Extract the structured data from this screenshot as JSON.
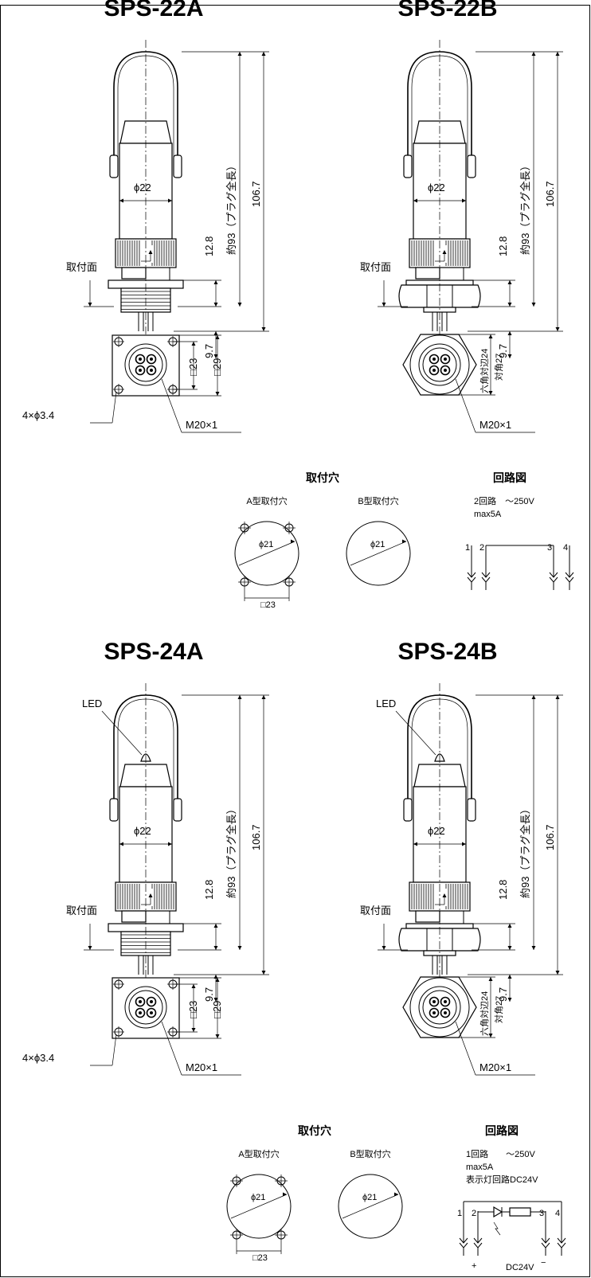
{
  "sections": [
    {
      "id": "sps-22",
      "models": [
        {
          "title": "SPS-22A",
          "has_led": false,
          "mount_type": "A",
          "labels": {
            "diameter": "ϕ22",
            "dim_small": "12.8",
            "dim_plug": "約93（プラグ全長）",
            "dim_total": "106.7",
            "dim_bottom": "9.7",
            "mount_face": "取付面",
            "sq_inner": "□23",
            "sq_outer": "□29",
            "holes": "4×ϕ3.4",
            "thread": "M20×1"
          }
        },
        {
          "title": "SPS-22B",
          "has_led": false,
          "mount_type": "B",
          "labels": {
            "diameter": "ϕ22",
            "dim_small": "12.8",
            "dim_plug": "約93（プラグ全長）",
            "dim_total": "106.7",
            "dim_bottom": "9.7",
            "mount_face": "取付面",
            "hex_flat": "六角対辺24",
            "hex_corner": "対角27",
            "thread": "M20×1"
          }
        }
      ],
      "mounting": {
        "heading": "取付穴",
        "a_label": "A型取付穴",
        "b_label": "B型取付穴",
        "hole_dia": "ϕ21",
        "pitch": "□23"
      },
      "circuit": {
        "heading": "回路図",
        "lines": [
          "2回路　～250V",
          "max5A"
        ],
        "terminals": [
          "1",
          "2",
          "3",
          "4"
        ],
        "has_lamp": false
      }
    },
    {
      "id": "sps-24",
      "models": [
        {
          "title": "SPS-24A",
          "has_led": true,
          "mount_type": "A",
          "labels": {
            "led": "LED",
            "diameter": "ϕ22",
            "dim_small": "12.8",
            "dim_plug": "約93（プラグ全長）",
            "dim_total": "106.7",
            "dim_bottom": "9.7",
            "mount_face": "取付面",
            "sq_inner": "□23",
            "sq_outer": "□29",
            "holes": "4×ϕ3.4",
            "thread": "M20×1"
          }
        },
        {
          "title": "SPS-24B",
          "has_led": true,
          "mount_type": "B",
          "labels": {
            "led": "LED",
            "diameter": "ϕ22",
            "dim_small": "12.8",
            "dim_plug": "約93（プラグ全長）",
            "dim_total": "106.7",
            "dim_bottom": "9.7",
            "mount_face": "取付面",
            "hex_flat": "六角対辺24",
            "hex_corner": "対角27",
            "thread": "M20×1"
          }
        }
      ],
      "mounting": {
        "heading": "取付穴",
        "a_label": "A型取付穴",
        "b_label": "B型取付穴",
        "hole_dia": "ϕ21",
        "pitch": "□23"
      },
      "circuit": {
        "heading": "回路図",
        "lines": [
          "1回路　　～250V",
          "max5A",
          "表示灯回路DC24V"
        ],
        "terminals": [
          "1",
          "2",
          "3",
          "4"
        ],
        "has_lamp": true,
        "supply": "DC24V",
        "plus": "+",
        "minus": "−"
      }
    }
  ]
}
